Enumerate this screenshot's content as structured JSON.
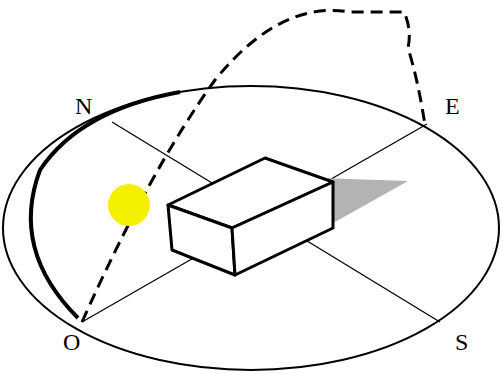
{
  "diagram": {
    "labels": [
      "N",
      "E",
      "O",
      "S"
    ]
  }
}
